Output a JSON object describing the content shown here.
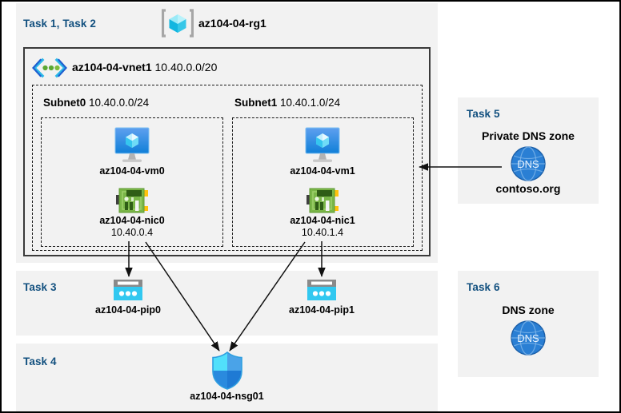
{
  "resource_group": {
    "tasks_label": "Task 1, Task 2",
    "name": "az104-04-rg1",
    "icon": "resource-group-icon"
  },
  "vnet": {
    "name": "az104-04-vnet1",
    "cidr": "10.40.0.0/20",
    "icon": "virtual-network-icon"
  },
  "subnets": [
    {
      "name": "Subnet0",
      "cidr": "10.40.0.0/24",
      "vm": {
        "name": "az104-04-vm0",
        "icon": "virtual-machine-icon"
      },
      "nic": {
        "name": "az104-04-nic0",
        "ip": "10.40.0.4",
        "icon": "network-interface-icon"
      }
    },
    {
      "name": "Subnet1",
      "cidr": "10.40.1.0/24",
      "vm": {
        "name": "az104-04-vm1",
        "icon": "virtual-machine-icon"
      },
      "nic": {
        "name": "az104-04-nic1",
        "ip": "10.40.1.4",
        "icon": "network-interface-icon"
      }
    }
  ],
  "task3": {
    "label": "Task 3",
    "pip0": {
      "name": "az104-04-pip0",
      "icon": "public-ip-address-icon"
    },
    "pip1": {
      "name": "az104-04-pip1",
      "icon": "public-ip-address-icon"
    }
  },
  "task4": {
    "label": "Task 4",
    "nsg": {
      "name": "az104-04-nsg01",
      "icon": "network-security-group-icon"
    }
  },
  "task5": {
    "label": "Task 5",
    "title": "Private DNS zone",
    "zone_name": "contoso.org",
    "icon": "dns-zone-icon",
    "icon_text": "DNS"
  },
  "task6": {
    "label": "Task 6",
    "title": "DNS zone",
    "icon": "dns-zone-icon",
    "icon_text": "DNS"
  },
  "colors": {
    "panel_gray": "#f2f2f2",
    "task_blue": "#12507f",
    "azure_blue": "#0078d4",
    "cyan": "#32c8f0",
    "nic_green": "#6cae3f"
  }
}
